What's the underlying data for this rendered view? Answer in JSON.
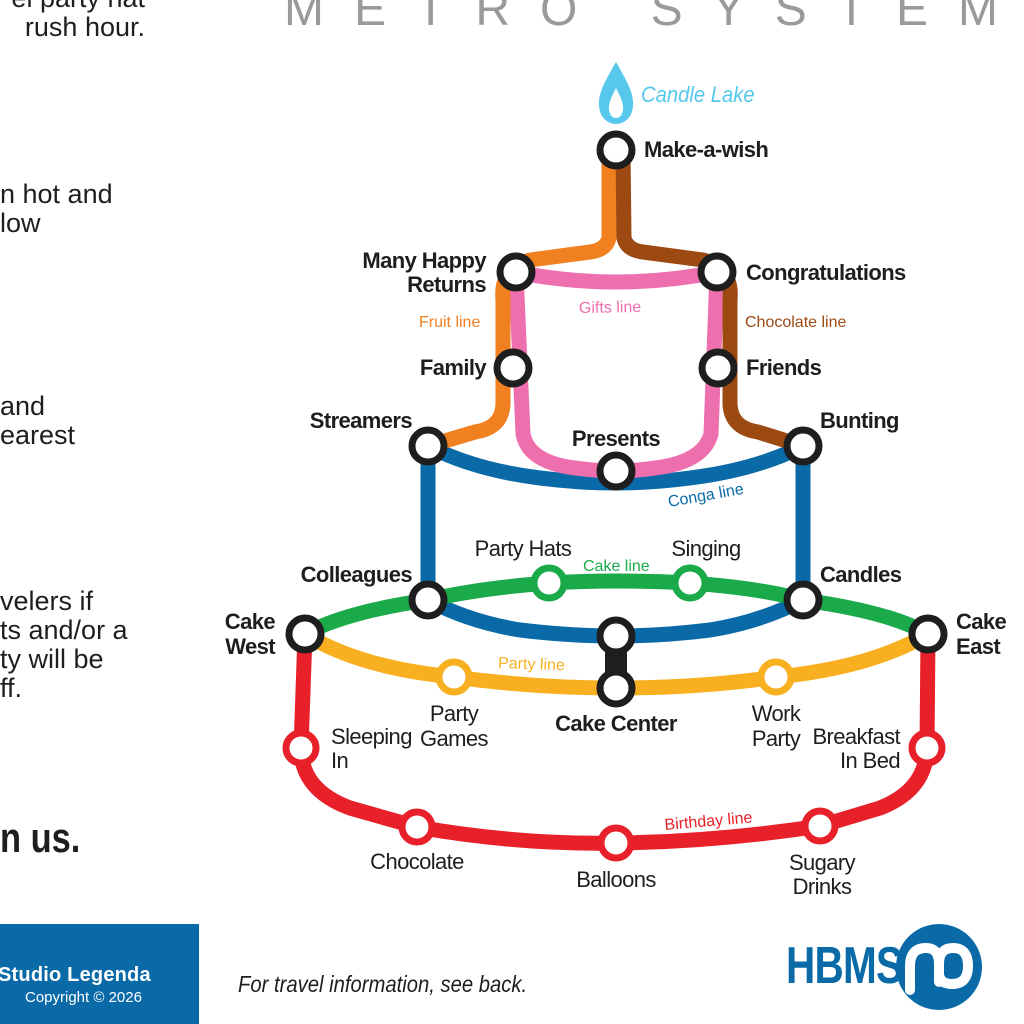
{
  "title": "METRO  SYSTEM",
  "left_text": [
    [
      "el party hat",
      "rush hour."
    ],
    [
      "n hot and",
      "low"
    ],
    [
      " and",
      "earest"
    ],
    [
      "velers if",
      "ts and/or a",
      "ty will be",
      "ff."
    ],
    [
      "n us."
    ]
  ],
  "candle_label": "Candle Lake",
  "lines": {
    "fruit": {
      "name": "Fruit line",
      "color": "#f08020"
    },
    "chocolate": {
      "name": "Chocolate line",
      "color": "#9c4a12"
    },
    "gifts": {
      "name": "Gifts line",
      "color": "#ee6fae"
    },
    "conga": {
      "name": "Conga line",
      "color": "#0a6aa8"
    },
    "cake": {
      "name": "Cake line",
      "color": "#1aaa4a"
    },
    "party": {
      "name": "Party line",
      "color": "#f8b020"
    },
    "birthday": {
      "name": "Birthday line",
      "color": "#e8202a"
    }
  },
  "stations": {
    "make_a_wish": "Make-a-wish",
    "many_happy_returns": [
      "Many Happy",
      "Returns"
    ],
    "congratulations": "Congratulations",
    "family": "Family",
    "friends": "Friends",
    "streamers": "Streamers",
    "presents": "Presents",
    "bunting": "Bunting",
    "colleagues": "Colleagues",
    "party_hats": "Party Hats",
    "singing": "Singing",
    "candles": "Candles",
    "cake_west": [
      "Cake",
      "West"
    ],
    "cake_east": [
      "Cake",
      "East"
    ],
    "cake_center": "Cake Center",
    "party_games": [
      "Party",
      "Games"
    ],
    "work_party": [
      "Work",
      "Party"
    ],
    "sleeping_in": [
      "Sleeping",
      "In"
    ],
    "breakfast_in_bed": [
      "Breakfast",
      "In Bed"
    ],
    "chocolate": "Chocolate",
    "balloons": "Balloons",
    "sugary_drinks": [
      "Sugary",
      "Drinks"
    ]
  },
  "footer": {
    "studio": "Studio Legenda",
    "copyright": "Copyright © 2026",
    "travel_info": "For travel information, see back.",
    "logo_text": "HBMS"
  }
}
